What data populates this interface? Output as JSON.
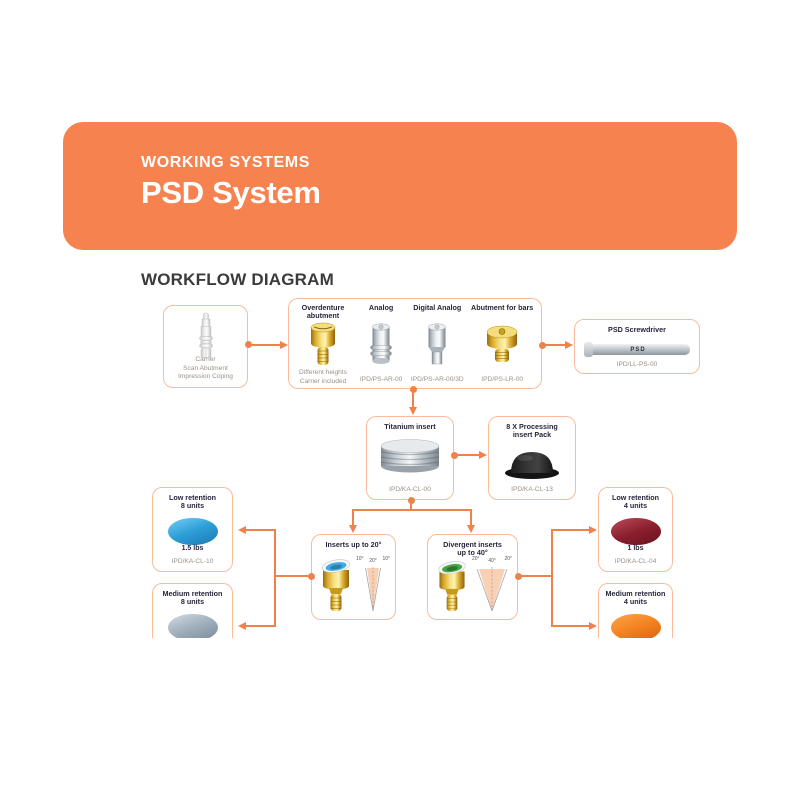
{
  "banner": {
    "kicker": "WORKING SYSTEMS",
    "title": "PSD System",
    "bg_color": "#F6834F",
    "text_color": "#FFFFFF"
  },
  "section": {
    "heading": "WORKFLOW DIAGRAM"
  },
  "colors": {
    "connector": "#F0814B",
    "box_border": "#F8BC9C",
    "title_text": "#26263B",
    "caption_text": "#9B9187"
  },
  "diagram": {
    "carrier_box": {
      "icon": "scan-abutment-carrier",
      "caption_lines": [
        "Carrier",
        "Scan Abutment",
        "Impression Coping"
      ]
    },
    "products": [
      {
        "title": "Overdenture abutment",
        "icon": "gold-overdenture-abutment",
        "caption_lines": [
          "Different heights",
          "Carrier included"
        ]
      },
      {
        "title": "Analog",
        "icon": "steel-analog",
        "code": "IPD/PS-AR-00"
      },
      {
        "title": "Digital Analog",
        "icon": "steel-digital-analog",
        "code": "IPD/PS-AR-00/3D"
      },
      {
        "title": "Abutment for bars",
        "icon": "gold-bar-abutment",
        "code": "IPD/PS-LR-00"
      }
    ],
    "screwdriver_box": {
      "title": "PSD Screwdriver",
      "tool_label": "PSD",
      "code": "IPD/LL-PS-00",
      "icon": "psd-screwdriver"
    },
    "titanium_box": {
      "title": "Titanium insert",
      "code": "IPD/KA-CL-00",
      "icon": "titanium-insert"
    },
    "processing_box": {
      "title": "8 X Processing insert Pack",
      "code": "IPD/KA-CL-13",
      "icon": "black-processing-insert"
    },
    "retention_boxes": {
      "low8": {
        "line1": "Low retention",
        "line2": "8 units",
        "weight": "1.5 lbs",
        "code": "IPD/KA-CL-10",
        "insert_color": "#2E9FD8"
      },
      "low4": {
        "line1": "Low retention",
        "line2": "4 units",
        "weight": "1 lbs",
        "code": "IPD/KA-CL-04",
        "insert_color": "#8C1F2E"
      },
      "med8": {
        "line1": "Medium retention",
        "line2": "8 units",
        "insert_color": "#9FAEBB"
      },
      "med4": {
        "line1": "Medium retention",
        "line2": "4 units",
        "insert_color": "#F5821F"
      }
    },
    "angle_boxes": {
      "deg20": {
        "title": "Inserts up to 20°",
        "angle_left": "10°",
        "angle_total": "20°",
        "angle_right": "10°",
        "cap_color": "#3FA9E0"
      },
      "deg40": {
        "title_line1": "Divergent inserts",
        "title_line2": "up to 40°",
        "angle_left": "20°",
        "angle_total": "40°",
        "angle_right": "20°",
        "cap_color": "#46A546"
      }
    }
  }
}
